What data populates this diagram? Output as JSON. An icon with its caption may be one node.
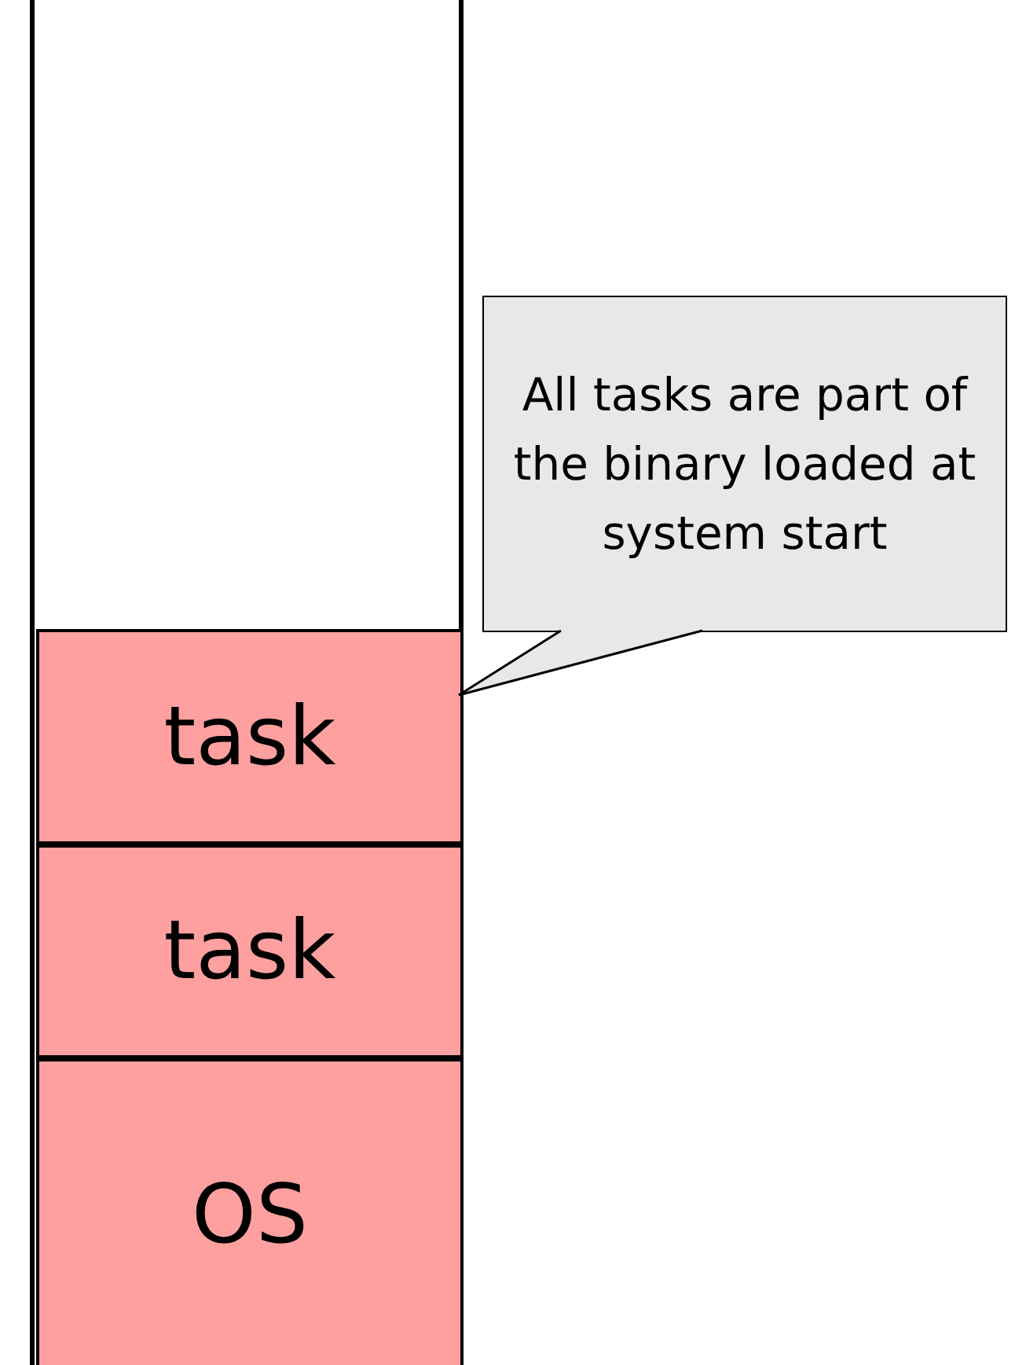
{
  "diagram": {
    "nodes": [
      {
        "text": [],
        "shape": "box"
      },
      {
        "text": [
          "task"
        ],
        "in": 0
      },
      {
        "text": [
          "task"
        ],
        "in": 0
      },
      {
        "text": [
          "OS"
        ],
        "in": 0
      },
      {
        "text": [
          "All tasks are part of the binary loaded at system start"
        ]
      }
    ],
    "edges": [
      {
        "from": 4,
        "to": 1,
        "arrow": "none"
      }
    ]
  }
}
